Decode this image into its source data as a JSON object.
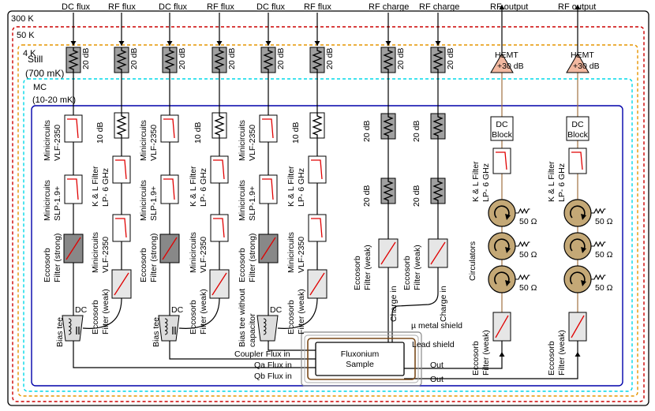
{
  "stages": {
    "k300": {
      "label": "300 K",
      "color": "#000000"
    },
    "k50": {
      "label": "50 K",
      "color": "#cc0000"
    },
    "k4": {
      "label": "4 K",
      "color": "#e69500"
    },
    "still": {
      "label1": "Still",
      "label2": "(700 mK)",
      "color": "#00d8e8"
    },
    "mc": {
      "label1": "MC",
      "label2": "(10-20 mK)",
      "color": "#0000aa"
    }
  },
  "inputs": [
    "DC flux",
    "RF flux",
    "DC flux",
    "RF flux",
    "DC flux",
    "RF flux",
    "RF charge",
    "RF charge",
    "RF output",
    "RF output"
  ],
  "att20": "20 dB",
  "att10": "10 dB",
  "hemt": {
    "label": "HEMT",
    "gain": "+30 dB"
  },
  "dcblock": {
    "line1": "DC",
    "line2": "Block"
  },
  "filters": {
    "mini_vlf": [
      "Minicircuits",
      "VLF-2350"
    ],
    "mini_slp": [
      "Minicircuits",
      "SLP-1.9+"
    ],
    "kl": [
      "K & L Filter",
      "LP- 6 GHz"
    ],
    "ecco_strong": [
      "Eccosorb",
      "Filter (strong)"
    ],
    "ecco_weak": [
      "Eccosorb",
      "Filter (weak)"
    ]
  },
  "biastee": {
    "label": "Bias tee",
    "label_nocap1": "Bias tee without",
    "label_nocap2": "capacitor",
    "dc": "DC"
  },
  "circulators": {
    "label": "Circulators",
    "ohm": "50 Ω"
  },
  "charge_in": "Charge in",
  "shields": {
    "mu": "µ metal shield",
    "lead": "Lead shield"
  },
  "sample": {
    "line1": "Fluxonium",
    "line2": "Sample"
  },
  "sample_ports": {
    "coupler": "Coupler Flux in",
    "qa": "Qa Flux in",
    "qb": "Qb Flux in",
    "out": "Out"
  },
  "colors": {
    "filter_red": "#e00000",
    "att_grey": "#a0a0a0",
    "ecco_dark": "#888888",
    "ecco_light": "#e6e6e6",
    "circ_fill": "#c4a876",
    "amp_fill": "#f2b8a0",
    "lead": "#7a4a1a"
  }
}
